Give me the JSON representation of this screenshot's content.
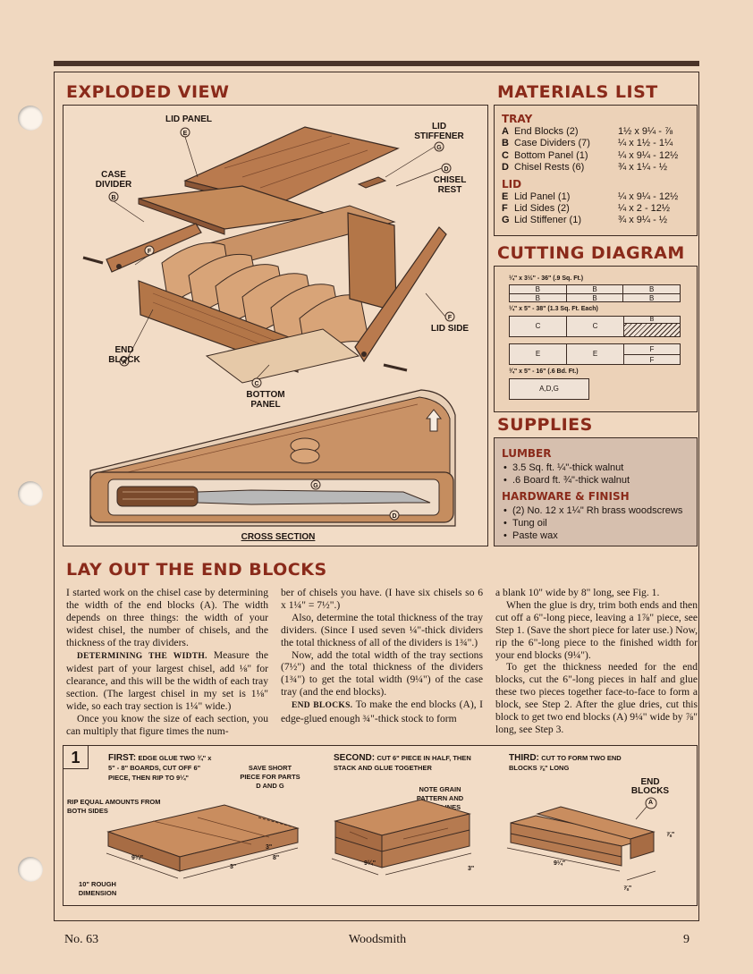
{
  "exploded": {
    "title": "EXPLODED VIEW",
    "labels": {
      "lid_panel": "LID PANEL",
      "lid_stiffener": "LID STIFFENER",
      "case_divider": "CASE DIVIDER",
      "chisel_rest": "CHISEL REST",
      "end_block": "END BLOCK",
      "lid_side": "LID SIDE",
      "bottom_panel": "BOTTOM PANEL",
      "cross_section": "CROSS SECTION"
    },
    "letters": {
      "a": "A",
      "b": "B",
      "c": "C",
      "d": "D",
      "e": "E",
      "f": "F",
      "g": "G"
    }
  },
  "materials": {
    "title": "MATERIALS LIST",
    "tray_heading": "TRAY",
    "tray": [
      {
        "k": "A",
        "name": "End Blocks (2)",
        "size": "1½ x 9¼ - ⅞"
      },
      {
        "k": "B",
        "name": "Case Dividers (7)",
        "size": "¼ x 1½ - 1¼"
      },
      {
        "k": "C",
        "name": "Bottom Panel (1)",
        "size": "¼ x 9¼ - 12½"
      },
      {
        "k": "D",
        "name": "Chisel Rests (6)",
        "size": "¾ x 1¼ - ½"
      }
    ],
    "lid_heading": "LID",
    "lid": [
      {
        "k": "E",
        "name": "Lid Panel (1)",
        "size": "¼ x 9¼ - 12½"
      },
      {
        "k": "F",
        "name": "Lid Sides (2)",
        "size": "¼ x 2 - 12½"
      },
      {
        "k": "G",
        "name": "Lid Stiffener (1)",
        "size": "¾ x 9¼ - ½"
      }
    ]
  },
  "cutting": {
    "title": "CUTTING DIAGRAM",
    "board1": "¼\" x 3½\" - 36\" (.9 Sq. Ft.)",
    "board2": "¼\" x 5\" - 38\" (1.3 Sq. Ft. Each)",
    "board3": "¾\" x 5\" - 16\" (.6 Bd. Ft.)",
    "b": "B",
    "c": "C",
    "e": "E",
    "f": "F",
    "adg": "A,D,G"
  },
  "supplies": {
    "title": "SUPPLIES",
    "lumber_heading": "LUMBER",
    "lumber": [
      "3.5 Sq. ft. ¼\"-thick walnut",
      ".6 Board ft. ¾\"-thick walnut"
    ],
    "hardware_heading": "HARDWARE & FINISH",
    "hardware": [
      "(2) No. 12 x 1¼\" Rh brass woodscrews",
      "Tung oil",
      "Paste wax"
    ]
  },
  "article": {
    "title": "LAY OUT THE END BLOCKS",
    "col1": {
      "p1": "I started work on the chisel case by determining the width of the end blocks (A). The width depends on three things: the width of your widest chisel, the number of chisels, and the thickness of the tray dividers.",
      "rt1": "DETERMINING THE WIDTH.",
      "p2": " Measure the widest part of your largest chisel, add ⅛\" for clearance, and this will be the width of each tray section. (The largest chisel in my set is 1⅛\" wide, so each tray section is 1¼\" wide.)",
      "p3": "Once you know the size of each section, you can multiply that figure times the num-"
    },
    "col2": {
      "p1": "ber of chisels you have. (I have six chisels so 6 x 1¼\" = 7½\".)",
      "p2": "Also, determine the total thickness of the tray dividers. (Since I used seven ¼\"-thick dividers the total thickness of all of the dividers is 1¾\".)",
      "p3": "Now, add the total width of the tray sections (7½\") and the total thickness of the dividers (1¾\") to get the total width (9¼\") of the case tray (and the end blocks).",
      "rt2": "END BLOCKS.",
      "p4": " To make the end blocks (A), I edge-glued enough ¾\"-thick stock to form"
    },
    "col3": {
      "p1": "a blank 10\" wide by 8\" long, see Fig. 1.",
      "p2": "When the glue is dry, trim both ends and then cut off a 6\"-long piece, leaving a 1⅞\" piece, see Step 1. (Save the short piece for later use.) Now, rip the 6\"-long piece to the finished width for your end blocks (9¼\").",
      "p3": "To get the thickness needed for the end blocks, cut the 6\"-long pieces in half and glue these two pieces together face-to-face to form a block, see Step 2. After the glue dries, cut this block to get two end blocks (A) 9¼\" wide by ⅞\" long, see Step 3."
    }
  },
  "figure": {
    "number": "1",
    "first_title": "FIRST:",
    "first_text": "EDGE GLUE TWO ¾\" x 5\" - 8\" BOARDS, CUT OFF 6\" PIECE, THEN RIP TO 9¼\"",
    "save_short": "SAVE SHORT PIECE FOR PARTS D AND G",
    "rip_equal": "RIP EQUAL AMOUNTS FROM BOTH SIDES",
    "rough": "10\" ROUGH DIMENSION",
    "second_title": "SECOND:",
    "second_text": "CUT 6\" PIECE IN HALF, THEN STACK AND GLUE TOGETHER",
    "note_grain": "NOTE GRAIN PATTERN AND JOINT LINES",
    "third_title": "THIRD:",
    "third_text": "CUT TO FORM TWO END BLOCKS ⅞\" LONG",
    "end_blocks": "END BLOCKS",
    "d_914": "9¼\"",
    "d_3": "3\"",
    "d_8": "8\"",
    "d_78": "⅞\"",
    "letter_a": "A"
  },
  "footer": {
    "issue": "No. 63",
    "brand": "Woodsmith",
    "page": "9"
  }
}
